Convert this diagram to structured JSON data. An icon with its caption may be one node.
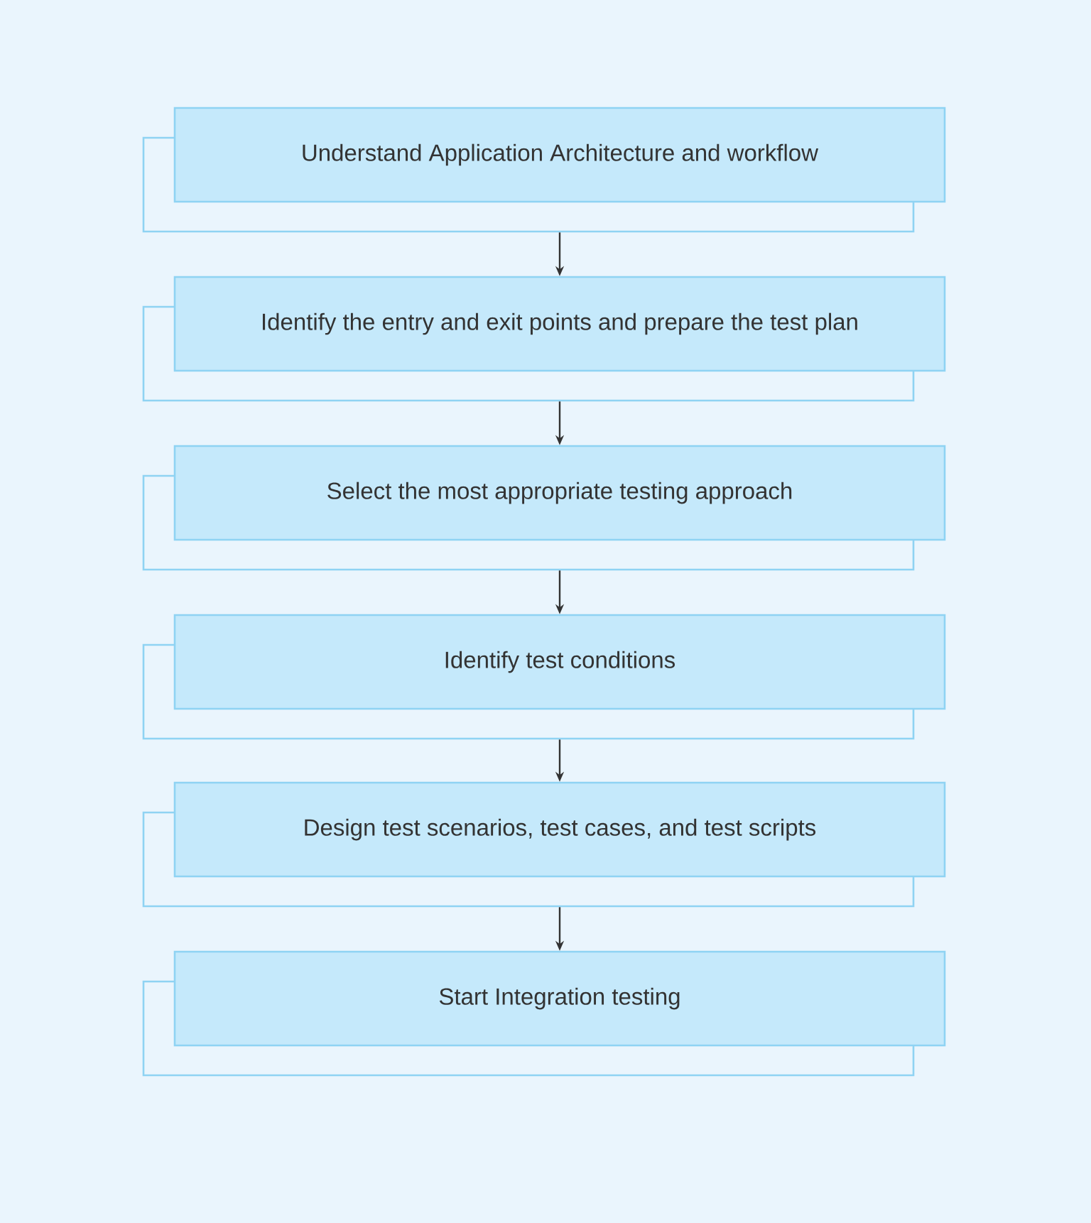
{
  "diagram": {
    "nodes": [
      {
        "text": [
          "Understand Application Architecture and workflow"
        ]
      },
      {
        "text": [
          "Identify the entry and exit points and prepare the test plan"
        ]
      },
      {
        "text": [
          "Select the most appropriate testing approach"
        ]
      },
      {
        "text": [
          "Identify test conditions"
        ]
      },
      {
        "text": [
          "Design test scenarios, test cases, and test scripts"
        ]
      },
      {
        "text": [
          "Start Integration testing"
        ]
      }
    ],
    "edges": [
      {
        "from": 0,
        "to": 1,
        "arrow": "to"
      },
      {
        "from": 1,
        "to": 2,
        "arrow": "to"
      },
      {
        "from": 2,
        "to": 3,
        "arrow": "to"
      },
      {
        "from": 3,
        "to": 4,
        "arrow": "to"
      },
      {
        "from": 4,
        "to": 5,
        "arrow": "to"
      }
    ]
  }
}
